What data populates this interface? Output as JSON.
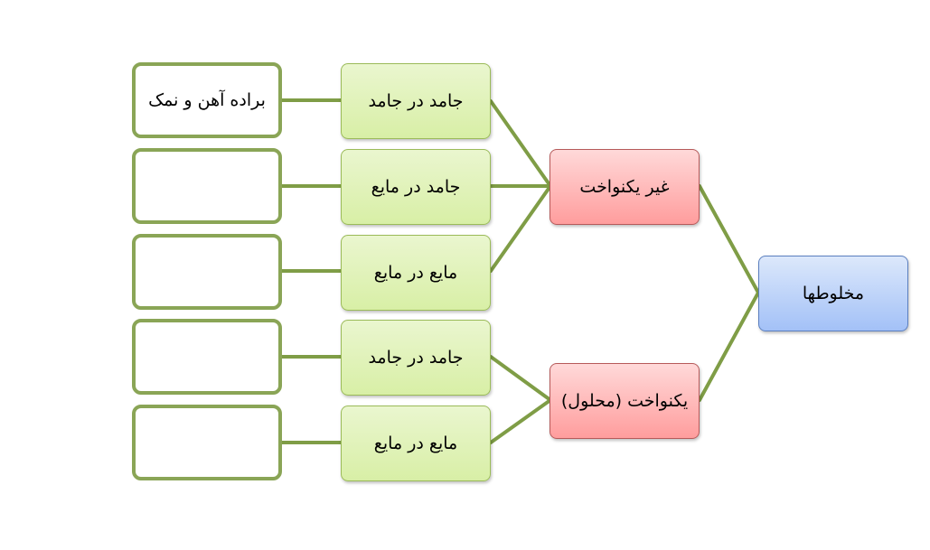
{
  "diagram": {
    "type": "hierarchy-tree",
    "direction": "right-to-left",
    "root": {
      "label": "مخلوطها",
      "color": "#a3c1f7"
    },
    "types": [
      {
        "label": "غیر یکنواخت",
        "color": "#ff9d9d"
      },
      {
        "label": "یکنواخت (محلول)",
        "color": "#ff9d9d"
      }
    ],
    "categories": [
      {
        "label": "جامد در جامد",
        "parent": 0
      },
      {
        "label": "جامد در مایع",
        "parent": 0
      },
      {
        "label": "مایع در مایع",
        "parent": 0
      },
      {
        "label": "جامد در جامد",
        "parent": 1
      },
      {
        "label": "مایع در مایع",
        "parent": 1
      }
    ],
    "examples": [
      {
        "label": "براده آهن و نمک"
      },
      {
        "label": ""
      },
      {
        "label": ""
      },
      {
        "label": ""
      },
      {
        "label": ""
      }
    ],
    "colors": {
      "connector": "#7f9d46",
      "leaf_border": "#8aa556",
      "category_fill": "#d8efa6",
      "type_fill": "#ff9d9d",
      "root_fill": "#a3c1f7"
    }
  }
}
